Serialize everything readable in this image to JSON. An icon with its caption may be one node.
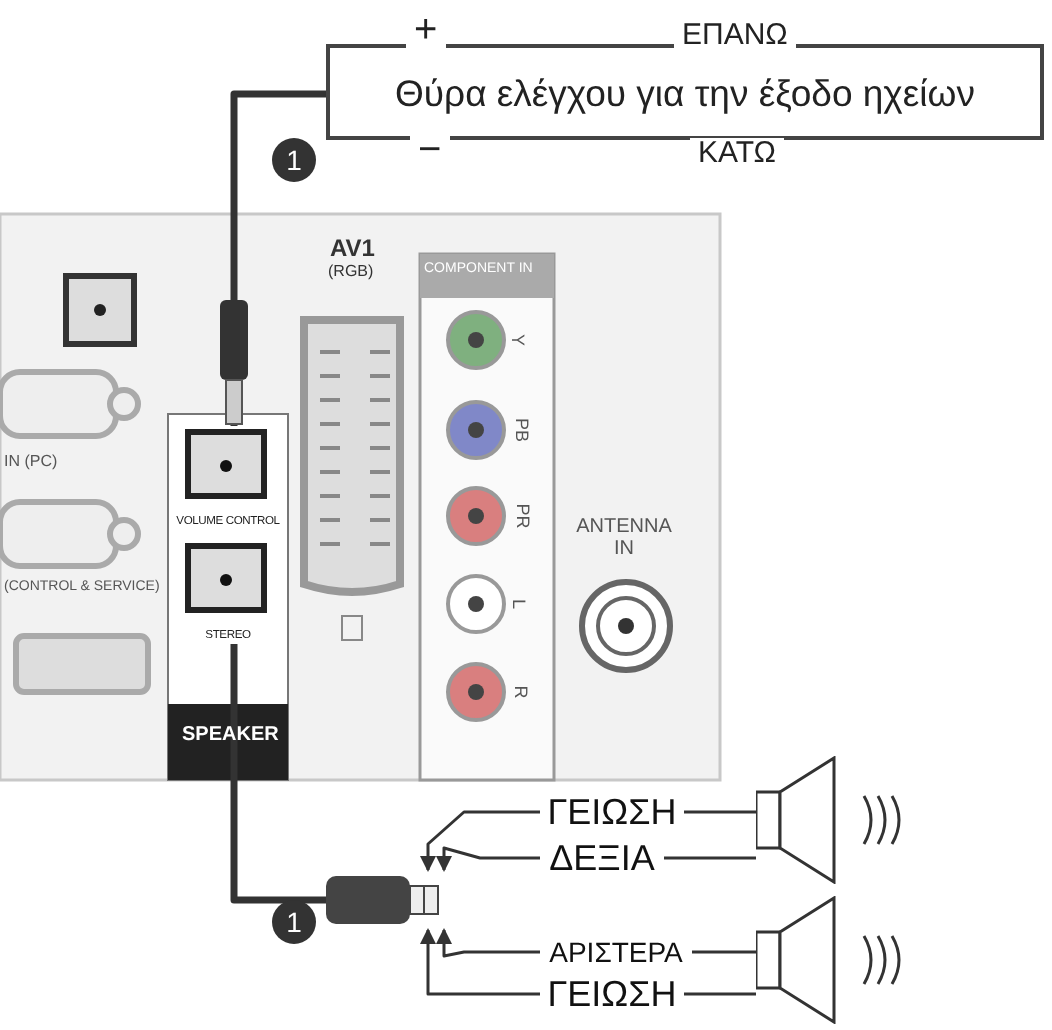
{
  "diagram": {
    "nodes": [
      {
        "text": [
          "Θύρα ελέγχου για την έξοδο ηχείων"
        ],
        "beside": [
          "+",
          "ΕΠΑΝΩ",
          "−",
          "ΚΑΤΩ"
        ]
      },
      {
        "text": [
          "VOLUME CONTROL"
        ]
      },
      {
        "text": [
          "STEREO"
        ]
      },
      {
        "text": [],
        "shape": "plug"
      },
      {
        "text": [
          "ΓΕΙΩΣΗ"
        ]
      },
      {
        "text": [
          "ΔΕΞΙΑ"
        ]
      },
      {
        "text": [
          "ΑΡΙΣΤΕΡΑ"
        ]
      },
      {
        "text": [
          "ΓΕΙΩΣΗ"
        ]
      },
      {
        "text": [],
        "shape": "speaker"
      },
      {
        "text": [],
        "shape": "speaker"
      }
    ],
    "edges": [
      {
        "from": 0,
        "to": 1,
        "arrow": "none",
        "style": "thick"
      },
      {
        "from": 2,
        "to": 3,
        "arrow": "none",
        "style": "thick"
      },
      {
        "from": 4,
        "to": 3,
        "arrow": "to"
      },
      {
        "from": 5,
        "to": 3,
        "arrow": "to"
      },
      {
        "from": 6,
        "to": 3,
        "arrow": "to"
      },
      {
        "from": 7,
        "to": 3,
        "arrow": "to"
      },
      {
        "from": 4,
        "to": 8,
        "arrow": "none"
      },
      {
        "from": 5,
        "to": 8,
        "arrow": "none"
      },
      {
        "from": 6,
        "to": 9,
        "arrow": "none"
      },
      {
        "from": 7,
        "to": 9,
        "arrow": "none"
      }
    ],
    "labels": [
      "1",
      "AV1",
      "(RGB)",
      "COMPONENT IN",
      "Y",
      "PB",
      "PR",
      "L",
      "R",
      "IN (PC)",
      "ANTENNA IN",
      "(CONTROL & SERVICE)",
      "SPEAKER",
      "1"
    ]
  }
}
